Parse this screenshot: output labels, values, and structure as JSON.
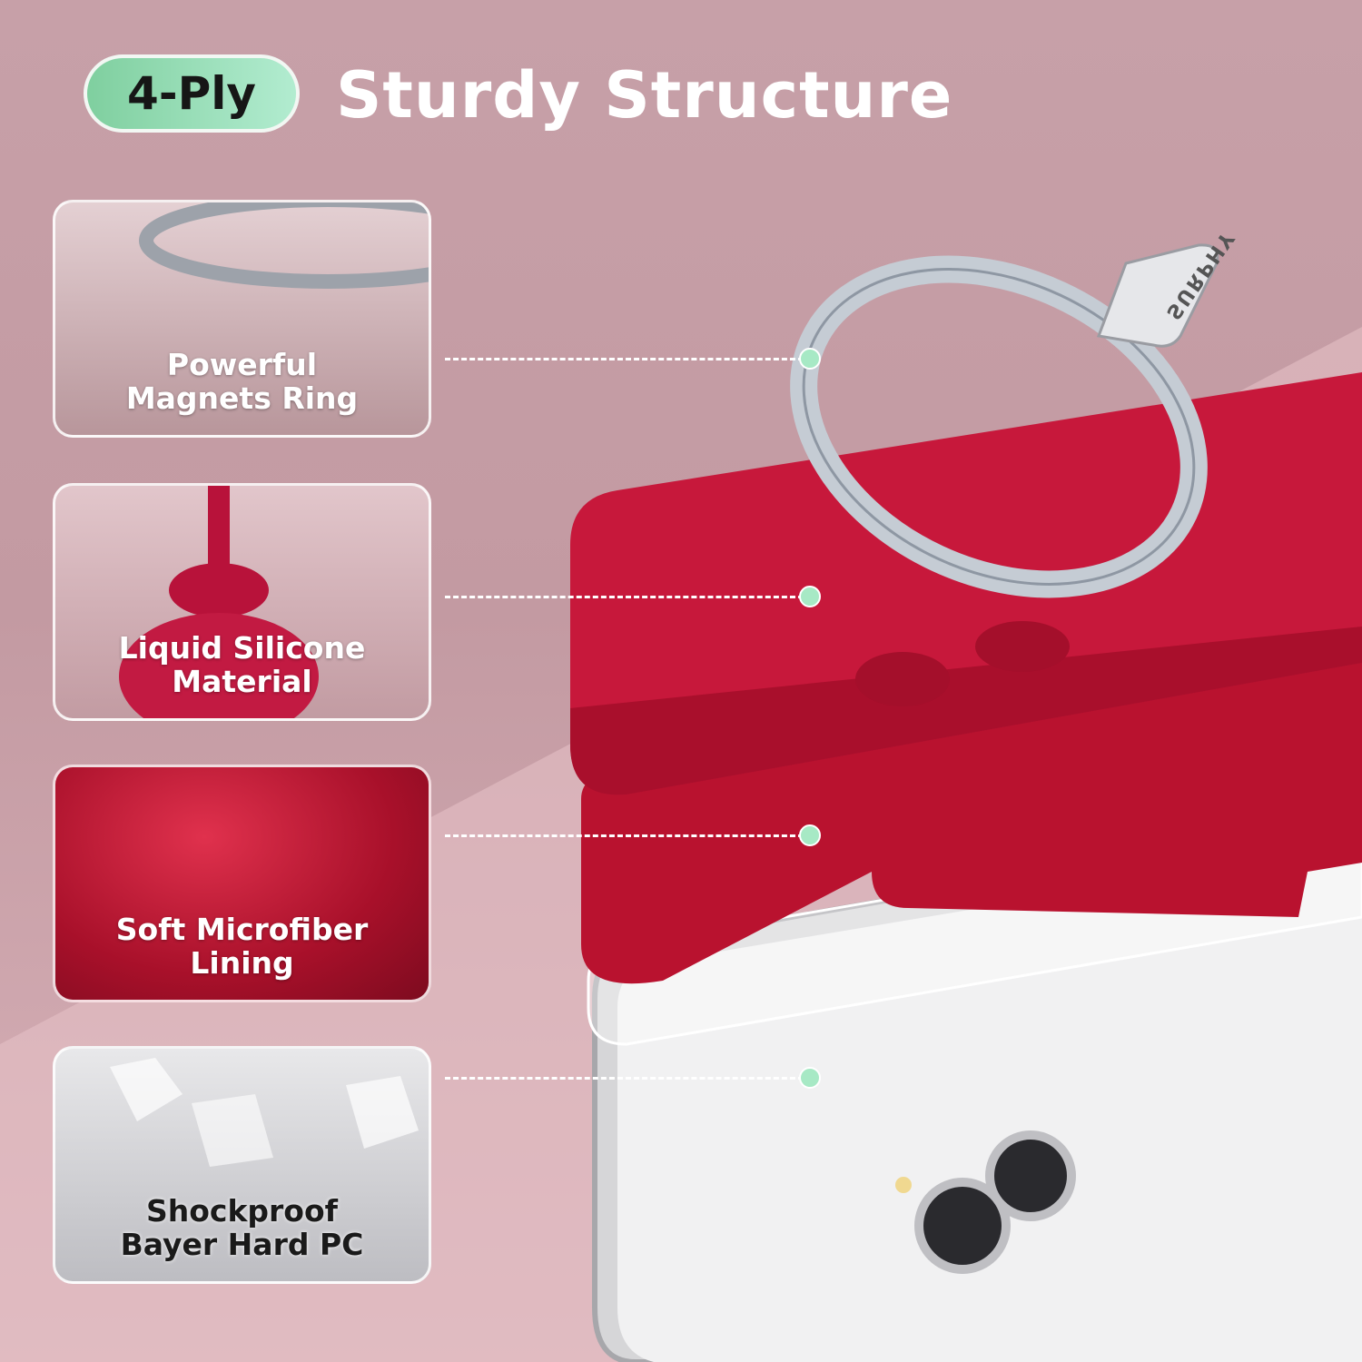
{
  "header": {
    "badge": "4-Ply",
    "title": "Sturdy Structure"
  },
  "layers": [
    {
      "line1": "Powerful",
      "line2": "Magnets Ring"
    },
    {
      "line1": "Liquid Silicone",
      "line2": "Material"
    },
    {
      "line1": "Soft Microfiber",
      "line2": "Lining"
    },
    {
      "line1": "Shockproof",
      "line2": "Bayer Hard PC"
    }
  ],
  "product": {
    "ring_brand": "SURPHY"
  },
  "colors": {
    "accent_green": "#a7e9c5",
    "case_red": "#c0163a",
    "background": "#c7a0a8"
  }
}
